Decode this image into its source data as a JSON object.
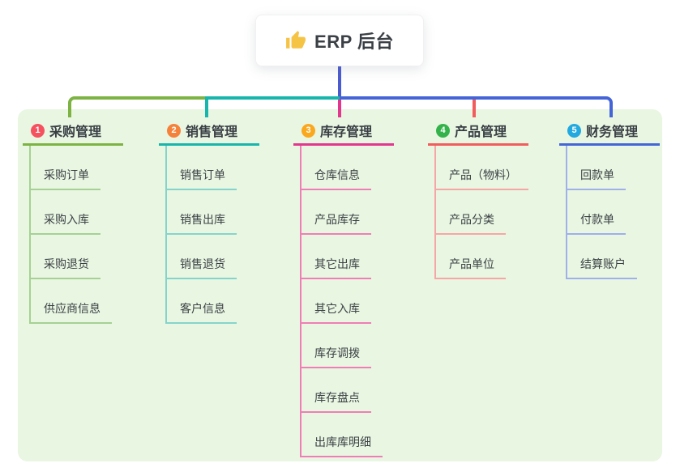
{
  "root": {
    "title": "ERP 后台",
    "icon": "thumbs-up"
  },
  "colors": {
    "canvas_bg": "#ffffff",
    "panel_bg": "#e9f6e2",
    "root_line": "#4a5bd0",
    "title_color": "#3b4046",
    "item_text": "#3c4145",
    "badge_text": "#ffffff",
    "thumb_icon": "#f6c445"
  },
  "branches": [
    {
      "badge": "1",
      "label": "采购管理",
      "badge_color": "#f5515f",
      "line_color": "#7cb342",
      "sub_line_color": "#a5d294",
      "items": [
        "采购订单",
        "采购入库",
        "采购退货",
        "供应商信息"
      ]
    },
    {
      "badge": "2",
      "label": "销售管理",
      "badge_color": "#f5823b",
      "line_color": "#17b5ab",
      "sub_line_color": "#85d4cc",
      "items": [
        "销售订单",
        "销售出库",
        "销售退货",
        "客户信息"
      ]
    },
    {
      "badge": "3",
      "label": "库存管理",
      "badge_color": "#faa81d",
      "line_color": "#e3368f",
      "sub_line_color": "#f07eb6",
      "items": [
        "仓库信息",
        "产品库存",
        "其它出库",
        "其它入库",
        "库存调拨",
        "库存盘点",
        "出库库明细"
      ]
    },
    {
      "badge": "4",
      "label": "产品管理",
      "badge_color": "#35b34b",
      "line_color": "#f25c5c",
      "sub_line_color": "#f7a6a6",
      "items": [
        "产品（物料）",
        "产品分类",
        "产品单位"
      ]
    },
    {
      "badge": "5",
      "label": "财务管理",
      "badge_color": "#22a9e0",
      "line_color": "#4465d8",
      "sub_line_color": "#9fb0ea",
      "items": [
        "回款单",
        "付款单",
        "结算账户"
      ]
    }
  ]
}
